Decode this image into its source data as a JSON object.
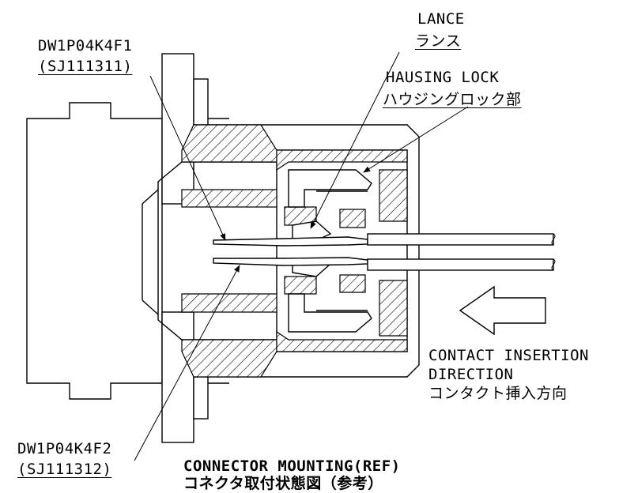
{
  "labels": {
    "contact_1_part": "DW1P04K4F1",
    "contact_1_code": "(SJ111311)",
    "lance_en": "LANCE",
    "lance_jp": "ランス",
    "housing_lock_en": "HAUSING LOCK",
    "housing_lock_jp": "ハウジングロック部",
    "insertion_en_1": "CONTACT INSERTION",
    "insertion_en_2": "DIRECTION",
    "insertion_jp": "コンタクト挿入方向",
    "contact_2_part": "DW1P04K4F2",
    "contact_2_code": "(SJ111312)",
    "caption_en": "CONNECTOR MOUNTING(REF)",
    "caption_jp": "コネクタ取付状態図（参考）"
  },
  "colors": {
    "line": "#000000",
    "background": "#ffffff"
  }
}
